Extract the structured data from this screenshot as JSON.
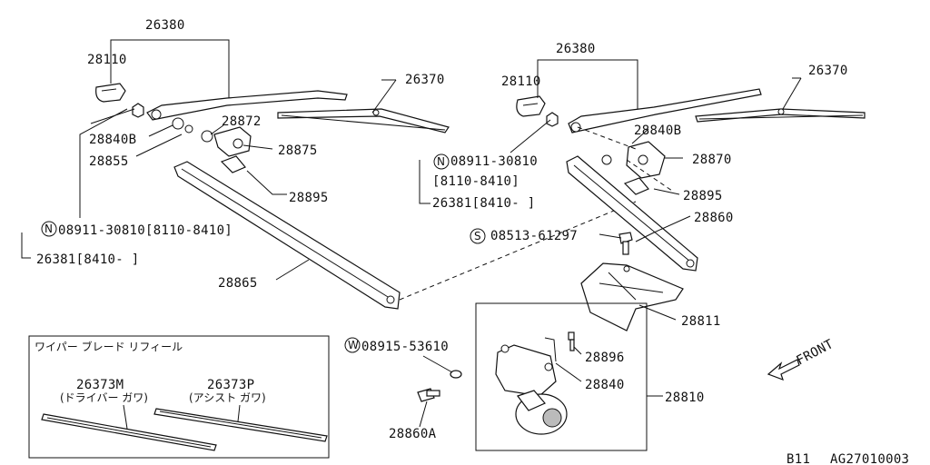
{
  "labels": {
    "l26380a": "26380",
    "l28110a": "28110",
    "l26370a": "26370",
    "l28872": "28872",
    "l28840Ba": "28840B",
    "l28855": "28855",
    "l28875": "28875",
    "l28895a": "28895",
    "l08911a": "08911-30810[8110-8410]",
    "l26381a": "26381[8410-   ]",
    "l28865": "28865",
    "l26380b": "26380",
    "l28110b": "28110",
    "l26370b": "26370",
    "l28840Bb": "28840B",
    "l08911b": "08911-30810",
    "l8110b": "[8110-8410]",
    "l26381b": "26381[8410-   ]",
    "l28870": "28870",
    "l28895b": "28895",
    "l08513": "08513-61297",
    "l28860": "28860",
    "l28811": "28811",
    "l08915": "08915-53610",
    "l28896": "28896",
    "l28840": "28840",
    "l28810": "28810",
    "l28860A": "28860A",
    "l26373M": "26373M",
    "l26373P": "26373P",
    "front": "FRONT",
    "inset_title": "ワイパー ブレード リフィール",
    "driver": "(ドライバー ガワ)",
    "assist": "(アシスト ガワ)",
    "b11": "B11",
    "code": "AG27010003"
  },
  "prefixes": {
    "n1": "N",
    "n2": "N",
    "s": "S",
    "w": "W"
  }
}
